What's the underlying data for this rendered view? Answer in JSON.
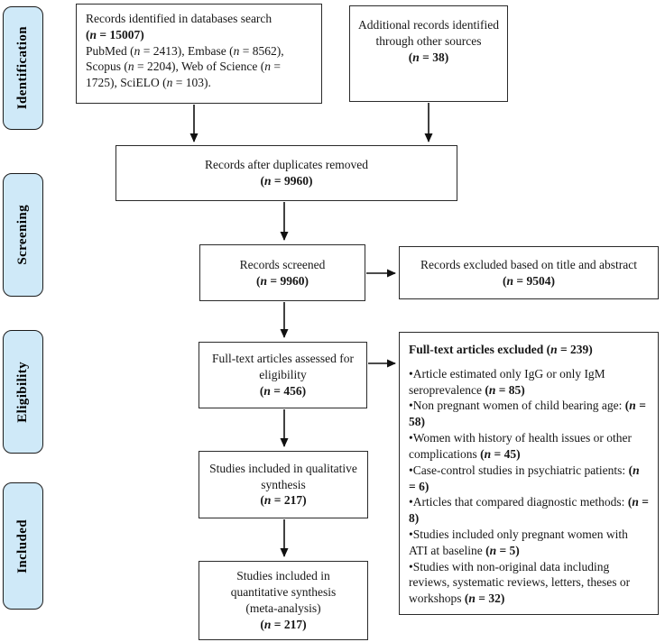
{
  "stages": [
    {
      "label": "Identification"
    },
    {
      "label": "Screening"
    },
    {
      "label": "Eligibility"
    },
    {
      "label": "Included"
    }
  ],
  "boxes": {
    "identified_databases": {
      "text": "Records identified in databases search",
      "count": "(n = 15007)",
      "detail": "PubMed (n = 2413), Embase (n = 8562), Scopus (n = 2204), Web of Science (n = 1725), SciELO (n = 103)."
    },
    "additional_sources": {
      "text": "Additional records identified through other sources",
      "count": "(n = 38)"
    },
    "duplicates_removed": {
      "text": "Records after duplicates removed",
      "count": "(n = 9960)"
    },
    "records_screened": {
      "text": "Records screened",
      "count": "(n = 9960)"
    },
    "records_excluded_title_abstract": {
      "text": "Records excluded based on title and abstract",
      "count": "(n = 9504)"
    },
    "fulltext_assessed": {
      "text": "Full-text articles assessed for eligibility",
      "count": "(n = 456)"
    },
    "fulltext_excluded": {
      "title": "Full-text articles excluded (n = 239)",
      "items": [
        "Article estimated only IgG or only IgM seroprevalence (n = 85)",
        "Non pregnant women of child bearing age: (n = 58)",
        "Women with history of health issues or other complications (n = 45)",
        "Case-control studies in psychiatric patients: (n = 6)",
        "Articles that compared diagnostic methods: (n = 8)",
        "Studies included only pregnant women with ATI at baseline (n = 5)",
        "Studies with non-original data including reviews, systematic reviews, letters, theses or workshops (n = 32)"
      ]
    },
    "qualitative_synthesis": {
      "text": "Studies included in qualitative synthesis",
      "count": "(n = 217)"
    },
    "quantitative_synthesis": {
      "text": "Studies included in quantitative synthesis",
      "subtext": "(meta-analysis)",
      "count": "(n = 217)"
    }
  },
  "colors": {
    "stage_fill": "#cfe9f8",
    "stage_border": "#1c1c1c",
    "box_border": "#2a2a2a",
    "arrow": "#111111",
    "background": "#ffffff"
  }
}
